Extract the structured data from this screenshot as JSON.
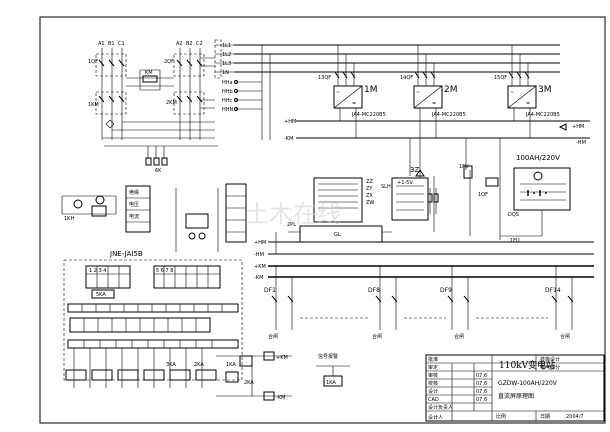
{
  "busbars": {
    "L1": "1L1",
    "L2": "1L2",
    "L3": "1L3",
    "N1": "1N",
    "KM_plus": "+KM",
    "KM_minus": "-KM",
    "HM_plus": "+HM",
    "HM_minus": "-HM",
    "bus_plus": "+HM",
    "bus_minus": "-HM"
  },
  "ac_input": {
    "phase_1": [
      "A1",
      "B1",
      "C1"
    ],
    "phase_2": [
      "A2",
      "B2",
      "C2"
    ],
    "breaker_1": "1QF",
    "breaker_2": "2QF",
    "contactor_1": "1KM",
    "contactor_2": "2KM",
    "terminal": "6K"
  },
  "charger_modules": [
    {
      "label": "1M",
      "breaker": "13QF",
      "model": "JA4-MC220B5"
    },
    {
      "label": "2M",
      "breaker": "14QF",
      "model": "JA4-MC220B5"
    },
    {
      "label": "3M",
      "breaker": "15QF",
      "model": "JA4-MC220B5"
    }
  ],
  "battery": {
    "label": "100AH/220V",
    "fuse": "1FU",
    "switch": "1QF"
  },
  "silicon_chain": {
    "label": "3Z",
    "unit": "SLH"
  },
  "controller": {
    "title": "JNE-JAI5B"
  },
  "feeders": [
    "DF1",
    "DF8",
    "DF9",
    "DF14"
  ],
  "feeder_labels": [
    "合闸",
    "合闸",
    "合闸",
    "合闸"
  ],
  "bottom_nodes": [
    "1KA",
    "2KA",
    "3KA"
  ],
  "small_unit": {
    "label": "1KA"
  },
  "outputs": {
    "plus": "+KM",
    "minus": "-KM"
  },
  "title_block": {
    "voltage": "110kV变电站",
    "stage": "技施设计",
    "discipline": "电气部分",
    "drawing_title_1": "GZDW-100AH/220V",
    "drawing_title_2": "直流屏原理图",
    "rows": [
      {
        "role": "批准",
        "date": ""
      },
      {
        "role": "审定",
        "date": ""
      },
      {
        "role": "审核",
        "date": "07.6"
      },
      {
        "role": "校核",
        "date": "07.6"
      },
      {
        "role": "设计",
        "date": "07.6"
      },
      {
        "role": "CAD",
        "date": "07.6"
      },
      {
        "role": "设计负责人",
        "date": ""
      },
      {
        "role": "设计人",
        "date": ""
      }
    ],
    "scale_label": "比例",
    "date_label": "日期",
    "date": "2004/7"
  }
}
